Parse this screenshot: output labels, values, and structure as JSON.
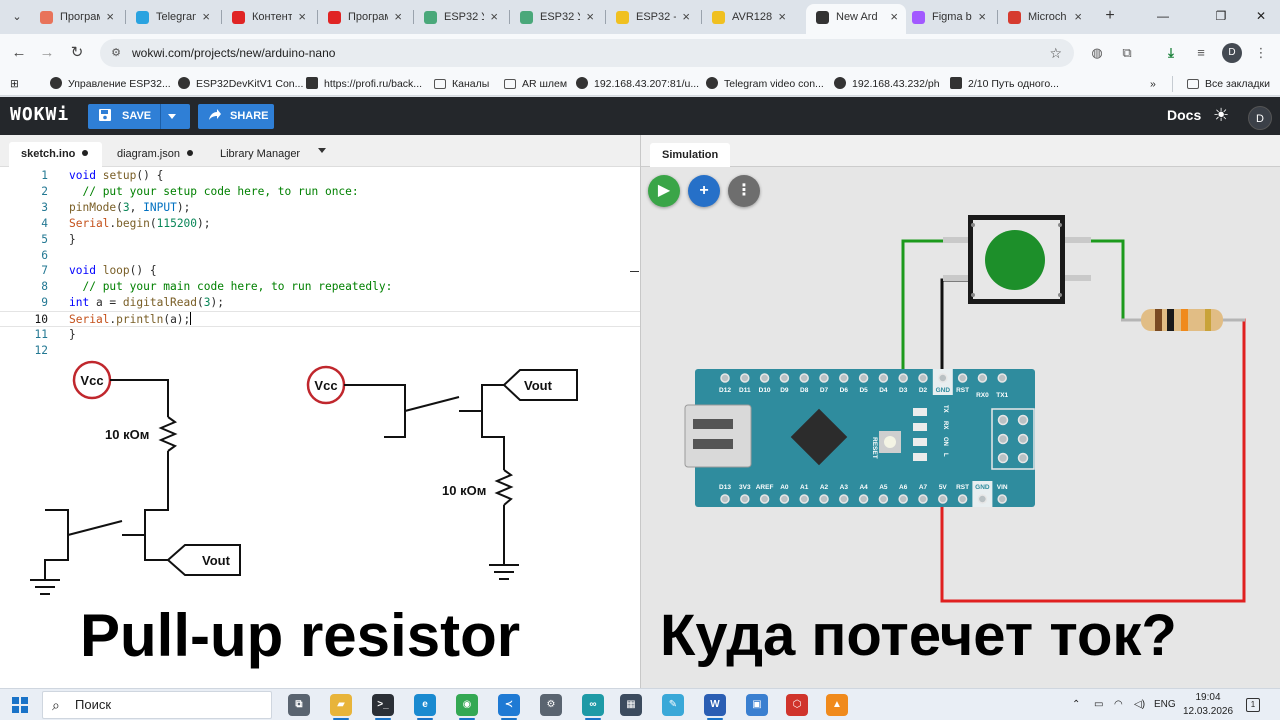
{
  "browser": {
    "tabs": [
      {
        "title": "Програм",
        "icon": "cross-star-icon",
        "color": "#e8735a"
      },
      {
        "title": "Telegram",
        "icon": "telegram-icon",
        "color": "#2aa3e0"
      },
      {
        "title": "Контент",
        "icon": "youtube-icon",
        "color": "#e02424"
      },
      {
        "title": "Програм",
        "icon": "youtube-icon",
        "color": "#e02424"
      },
      {
        "title": "ESP32 У",
        "icon": "image-icon",
        "color": "#4aa87a"
      },
      {
        "title": "ESP32 У",
        "icon": "image-icon",
        "color": "#4aa87a"
      },
      {
        "title": "ESP32 -",
        "icon": "m-icon",
        "color": "#f0c020"
      },
      {
        "title": "AVR128",
        "icon": "m-icon",
        "color": "#f0c020"
      },
      {
        "title": "New Ard",
        "icon": "wokwi-w-icon",
        "color": "#333333",
        "active": true
      },
      {
        "title": "Figma b",
        "icon": "figma-icon",
        "color": "#a259ff"
      },
      {
        "title": "Microch",
        "icon": "microchip-icon",
        "color": "#d63b2f"
      }
    ],
    "url": "wokwi.com/projects/new/arduino-nano",
    "profile_letter": "D",
    "bookmarks": [
      {
        "label": "Управление ESP32...",
        "icon": "github-icon"
      },
      {
        "label": "ESP32DevKitV1 Con...",
        "icon": "github-icon"
      },
      {
        "label": "https://profi.ru/back...",
        "icon": "profi-icon"
      },
      {
        "label": "Каналы",
        "icon": "folder-icon"
      },
      {
        "label": "AR шлем",
        "icon": "folder-icon"
      },
      {
        "label": "192.168.43.207:81/u...",
        "icon": "globe-icon"
      },
      {
        "label": "Telegram video con...",
        "icon": "github-icon"
      },
      {
        "label": "192.168.43.232/ph",
        "icon": "globe-icon"
      },
      {
        "label": "2/10 Путь одного...",
        "icon": "doc-icon"
      }
    ],
    "more_bookmarks": "»",
    "all_bookmarks": "Все закладки"
  },
  "wokwi": {
    "logo": "WOKWi",
    "save_label": "SAVE",
    "share_label": "SHARE",
    "docs_label": "Docs",
    "avatar_letter": "D",
    "accent": "#2f7fd6"
  },
  "editor": {
    "tabs": [
      {
        "label": "sketch.ino",
        "modified": true,
        "active": true
      },
      {
        "label": "diagram.json",
        "modified": true
      },
      {
        "label": "Library Manager"
      }
    ],
    "current_line": 10,
    "lines": [
      "void setup() {",
      "  // put your setup code here, to run once:",
      "pinMode(3, INPUT);",
      "Serial.begin(115200);",
      "}",
      "",
      "void loop() {",
      "  // put your main code here, to run repeatedly:",
      "int a = digitalRead(3);",
      "Serial.println(a);",
      "}",
      ""
    ]
  },
  "schematics": {
    "left": {
      "vcc": "Vcc",
      "resistor": "10 кОм",
      "vout": "Vout"
    },
    "right": {
      "vcc": "Vcc",
      "resistor": "10 кОм",
      "vout": "Vout"
    }
  },
  "captions": {
    "left": "Pull-up resistor",
    "right": "Куда потечет ток?"
  },
  "simulation": {
    "tab_label": "Simulation",
    "buttons": [
      {
        "name": "start-simulation",
        "glyph": "▶",
        "color": "#3aa548"
      },
      {
        "name": "add-part",
        "glyph": "+",
        "color": "#2670c8"
      },
      {
        "name": "more",
        "glyph": "⋮",
        "color": "#6e6e6e"
      }
    ],
    "board": {
      "top_pins": [
        "D12",
        "D11",
        "D10",
        "D9",
        "D8",
        "D7",
        "D6",
        "D5",
        "D4",
        "D3",
        "D2",
        "GND",
        "RST",
        "RX0",
        "TX1"
      ],
      "bottom_pins": [
        "D13",
        "3V3",
        "AREF",
        "A0",
        "A1",
        "A2",
        "A3",
        "A4",
        "A5",
        "A6",
        "A7",
        "5V",
        "RST",
        "GND",
        "VIN"
      ],
      "reset_label": "RESET",
      "led_labels": [
        "TX",
        "RX",
        "ON",
        "L"
      ],
      "color": "#2f8c9e"
    },
    "wire_colors": {
      "signal": "#1c9a1c",
      "ground": "#111111",
      "power": "#e02020"
    },
    "button_color": "#1d8f2a"
  },
  "taskbar": {
    "search_placeholder": "Поиск",
    "apps": [
      {
        "name": "task-view",
        "glyph": "⧉",
        "color": "#5a6470"
      },
      {
        "name": "file-explorer",
        "glyph": "▰",
        "color": "#e8b43a"
      },
      {
        "name": "terminal",
        "glyph": ">_",
        "color": "#2b2f36"
      },
      {
        "name": "edge",
        "glyph": "e",
        "color": "#1a8ad0"
      },
      {
        "name": "chrome",
        "glyph": "◉",
        "color": "#34a853"
      },
      {
        "name": "vscode",
        "glyph": "≺",
        "color": "#1f7ad4"
      },
      {
        "name": "settings",
        "glyph": "⚙",
        "color": "#5a6470"
      },
      {
        "name": "arduino",
        "glyph": "∞",
        "color": "#1e9aa6"
      },
      {
        "name": "calculator",
        "glyph": "▦",
        "color": "#3c4b5e"
      },
      {
        "name": "notepad",
        "glyph": "✎",
        "color": "#3aa8d8"
      },
      {
        "name": "word",
        "glyph": "W",
        "color": "#2b5eb3"
      },
      {
        "name": "photos",
        "glyph": "▣",
        "color": "#3a7fd0"
      },
      {
        "name": "apps",
        "glyph": "⬡",
        "color": "#d0342c"
      },
      {
        "name": "vlc",
        "glyph": "▲",
        "color": "#f08a1c"
      }
    ],
    "language": "ENG",
    "time": "19:04",
    "date": "12.03.2026",
    "notifications": "1"
  }
}
